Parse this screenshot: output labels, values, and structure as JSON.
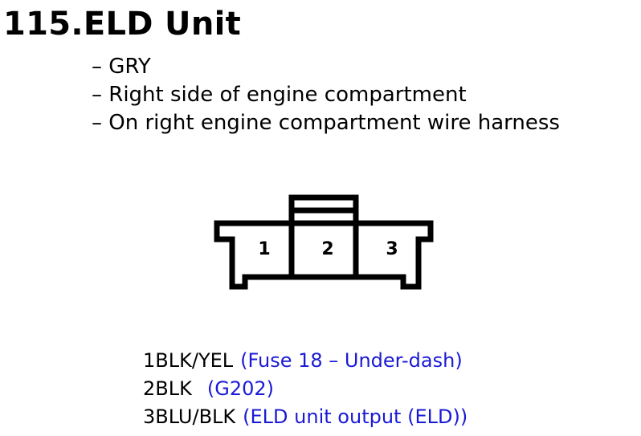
{
  "title": "115.ELD Unit",
  "notes": [
    "– GRY",
    "– Right side of engine compartment",
    "– On right engine compartment wire harness"
  ],
  "connector": {
    "pins": [
      "1",
      "2",
      "3"
    ]
  },
  "pins": [
    {
      "number": "1",
      "wire": "BLK/YEL",
      "description": "(Fuse 18 – Under-dash)"
    },
    {
      "number": "2",
      "wire": "BLK",
      "description": "(G202)"
    },
    {
      "number": "3",
      "wire": "BLU/BLK",
      "description": "(ELD unit output (ELD))"
    }
  ],
  "colors": {
    "text": "#000000",
    "description": "#1a1ad6"
  }
}
